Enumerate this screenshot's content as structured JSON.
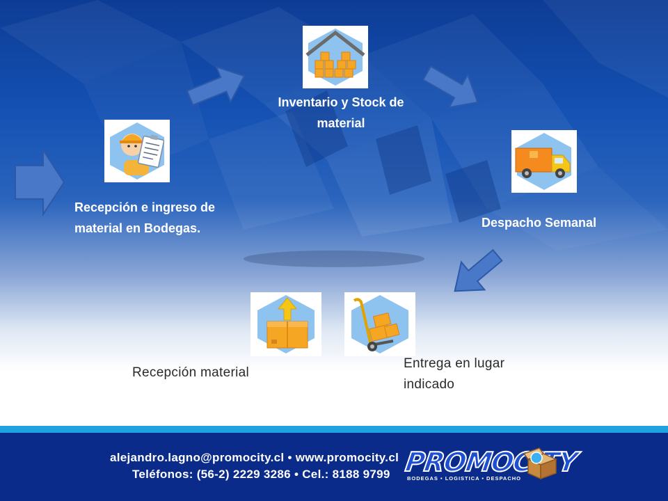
{
  "steps": [
    {
      "id": "reception-entry",
      "label": "Recepción e ingreso de material en Bodegas.",
      "icon": "worker-clipboard-icon"
    },
    {
      "id": "inventory",
      "label": "Inventario y Stock de material",
      "icon": "warehouse-boxes-icon"
    },
    {
      "id": "dispatch",
      "label": "Despacho Semanal",
      "icon": "delivery-truck-icon"
    },
    {
      "id": "delivery",
      "label": "Entrega en lugar indicado",
      "icon": "hand-truck-boxes-icon"
    },
    {
      "id": "reception",
      "label": "Recepción material",
      "icon": "box-up-arrow-icon"
    }
  ],
  "footer": {
    "contact_line1": "alejandro.lagno@promocity.cl • www.promocity.cl",
    "contact_line2": "Teléfonos: (56-2) 2229 3286 • Cel.: 8188 9799",
    "logo_text": "PROMOCITY",
    "logo_tagline": "BODEGAS • LOGISTICA • DESPACHO"
  },
  "colors": {
    "background_top": "#0d3c95",
    "arrow_blue": "#4a78c8",
    "footer": "#0a2b8a",
    "stripe": "#1fa3e0",
    "box_orange": "#f5a623"
  }
}
